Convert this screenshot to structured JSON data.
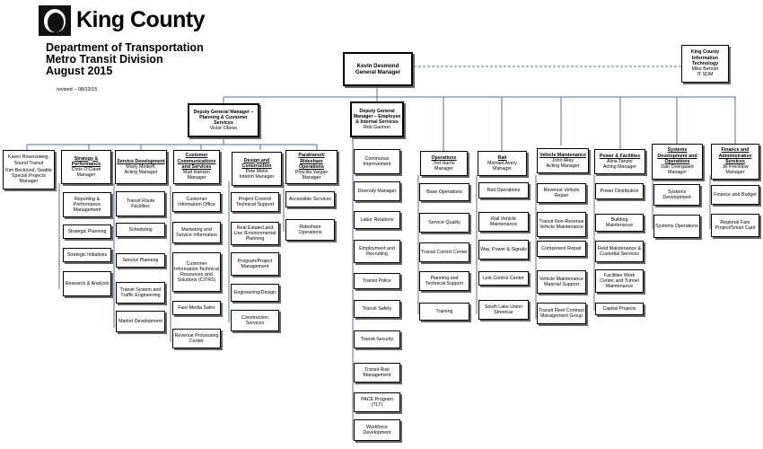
{
  "header": {
    "logo_text": "King County",
    "title_lines": [
      "Department of Transportation",
      "Metro Transit Division",
      "August 2015"
    ],
    "revised": "revised – 08/13/15"
  },
  "gm": {
    "name": "Kevin Desmond",
    "title": "General Manager"
  },
  "kcit": {
    "title": "King County Information Technology",
    "name": "Mike Bernon",
    "role": "IT SDM"
  },
  "deputy_planning": {
    "title": "Deputy General Manager – Planning & Customer Services",
    "name": "Victor Obeso"
  },
  "deputy_employee": {
    "title": "Deputy General Manager – Employee & Internal Services",
    "name": "Rob Gannon"
  },
  "sound_transit": {
    "title": "Karen Rosenzweig, Sound Transit",
    "name": "Kim Becklund, Seattle Special Projects Manager"
  },
  "planning_units": [
    {
      "title": "Strategy & Performance",
      "name": "Chris O'Claire",
      "role": "Manager",
      "children": [
        "Reporting & Performance Management",
        "Strategic Planning",
        "Strategic Initiatives",
        "Research & Analysis"
      ]
    },
    {
      "title": "Service Development",
      "name": "Marty Minkoff,",
      "role": "Acting Manager",
      "children": [
        "Transit Route Facilities",
        "Scheduling",
        "Service Planning",
        "Transit System and Traffic Engineering",
        "Market Development"
      ]
    },
    {
      "title": "Customer Communications and Services",
      "name": "Matt Hansen",
      "role": "Manager",
      "children": [
        "Customer Information Office",
        "Marketing and Service Information",
        "Customer Information Technical Resources and Solutions (CITRS)",
        "Fare Media Sales",
        "Revenue Processing Center"
      ]
    },
    {
      "title": "Design and Construction",
      "name": "Pete Melin",
      "role": "Interim Manager",
      "children": [
        "Project Control/ Technical Support",
        "Real Estate/Land Use /Environmental Planning",
        "Program/Project Management",
        "Engineering/Design",
        "Construction Services"
      ]
    },
    {
      "title": "Paratransit/ Rideshare Operations",
      "name": "Priscilla Vargas",
      "role": "Manager",
      "children": [
        "Accessible Services",
        "Rideshare Operations"
      ]
    }
  ],
  "employee_children": [
    "Continuous Improvement",
    "Diversity Manager",
    "Labor Relations",
    "Employment and Recruiting",
    "Transit Police",
    "Transit Safety",
    "Transit Security",
    "Transit Risk Management",
    "PACE Program (TLT)",
    "Workforce Development"
  ],
  "ops_units": [
    {
      "title": "Operations",
      "name": "Ted Harris",
      "role": "Manager",
      "children": [
        "Base Operations",
        "Service Quality",
        "Transit Control Center",
        "Planning and Technical Support",
        "Training"
      ]
    },
    {
      "title": "Rail",
      "name": "Michael Avery",
      "role": "Manager",
      "children": [
        "Rail Operations",
        "Rail Vehicle Maintenance",
        "Way, Power & Signals",
        "Link Control Center",
        "South Lake Union Streetcar"
      ]
    },
    {
      "title": "Vehicle Maintenance",
      "name": "John Alley",
      "role": "Acting Manager",
      "children": [
        "Revenue Vehicle Repair",
        "Transit Non-Revenue Vehicle Maintenance",
        "Component Repair",
        "Vehicle Maintenance Material Support",
        "Transit Fleet Contract Management Group"
      ]
    },
    {
      "title": "Power & Facilities",
      "name": "Alina Tanzer",
      "role": "Acting Manager",
      "children": [
        "Power Distribution",
        "Building Maintenance",
        "Field Maintenance & Custodial Services",
        "Facilities Work Center and Tunnel Maintenance",
        "Capital Projects"
      ]
    },
    {
      "title": "Systems Development and Operations",
      "name": "Dan Overgaard",
      "role": "Manager",
      "children": [
        "Systems Development",
        "Systems Operations"
      ]
    },
    {
      "title": "Finance and Administrative Services",
      "name": "Jill Krecklow",
      "role": "Manager",
      "children": [
        "Finance and Budget",
        "Regional Fare Project/Smart Card"
      ]
    }
  ]
}
